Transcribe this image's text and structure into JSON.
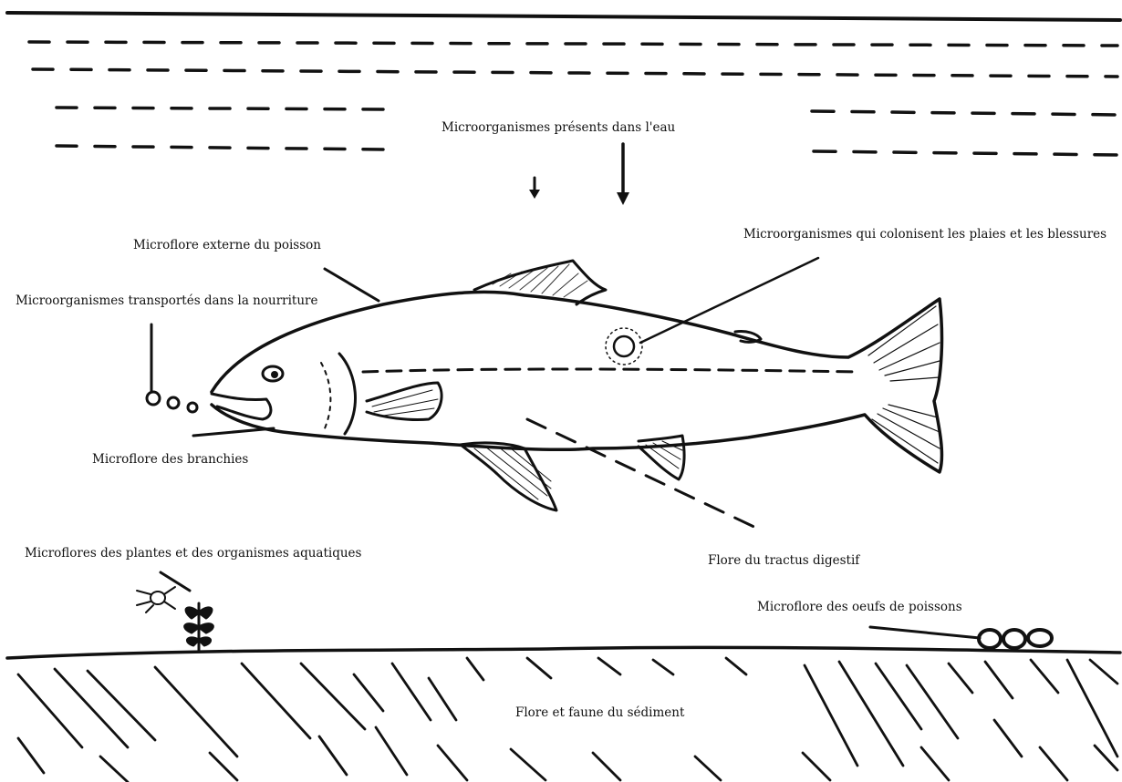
{
  "labels": {
    "water_microorganisms": "Microorganismes présents dans l'eau",
    "external_microflora": "Microflore externe du poisson",
    "wound_microorganisms": "Microorganismes qui colonisent les plaies et les blessures",
    "food_microorganisms": "Microorganismes transportés dans la nourriture",
    "gill_microflora": "Microflore des branchies",
    "plant_microflora": "Microflores des plantes et des organismes aquatiques",
    "digestive_flora": "Flore du tractus digestif",
    "egg_microflora": "Microflore des oeufs de poissons",
    "sediment_flora": "Flore et faune du sédiment"
  },
  "colors": {
    "ink": "#111111",
    "background": "#ffffff"
  }
}
